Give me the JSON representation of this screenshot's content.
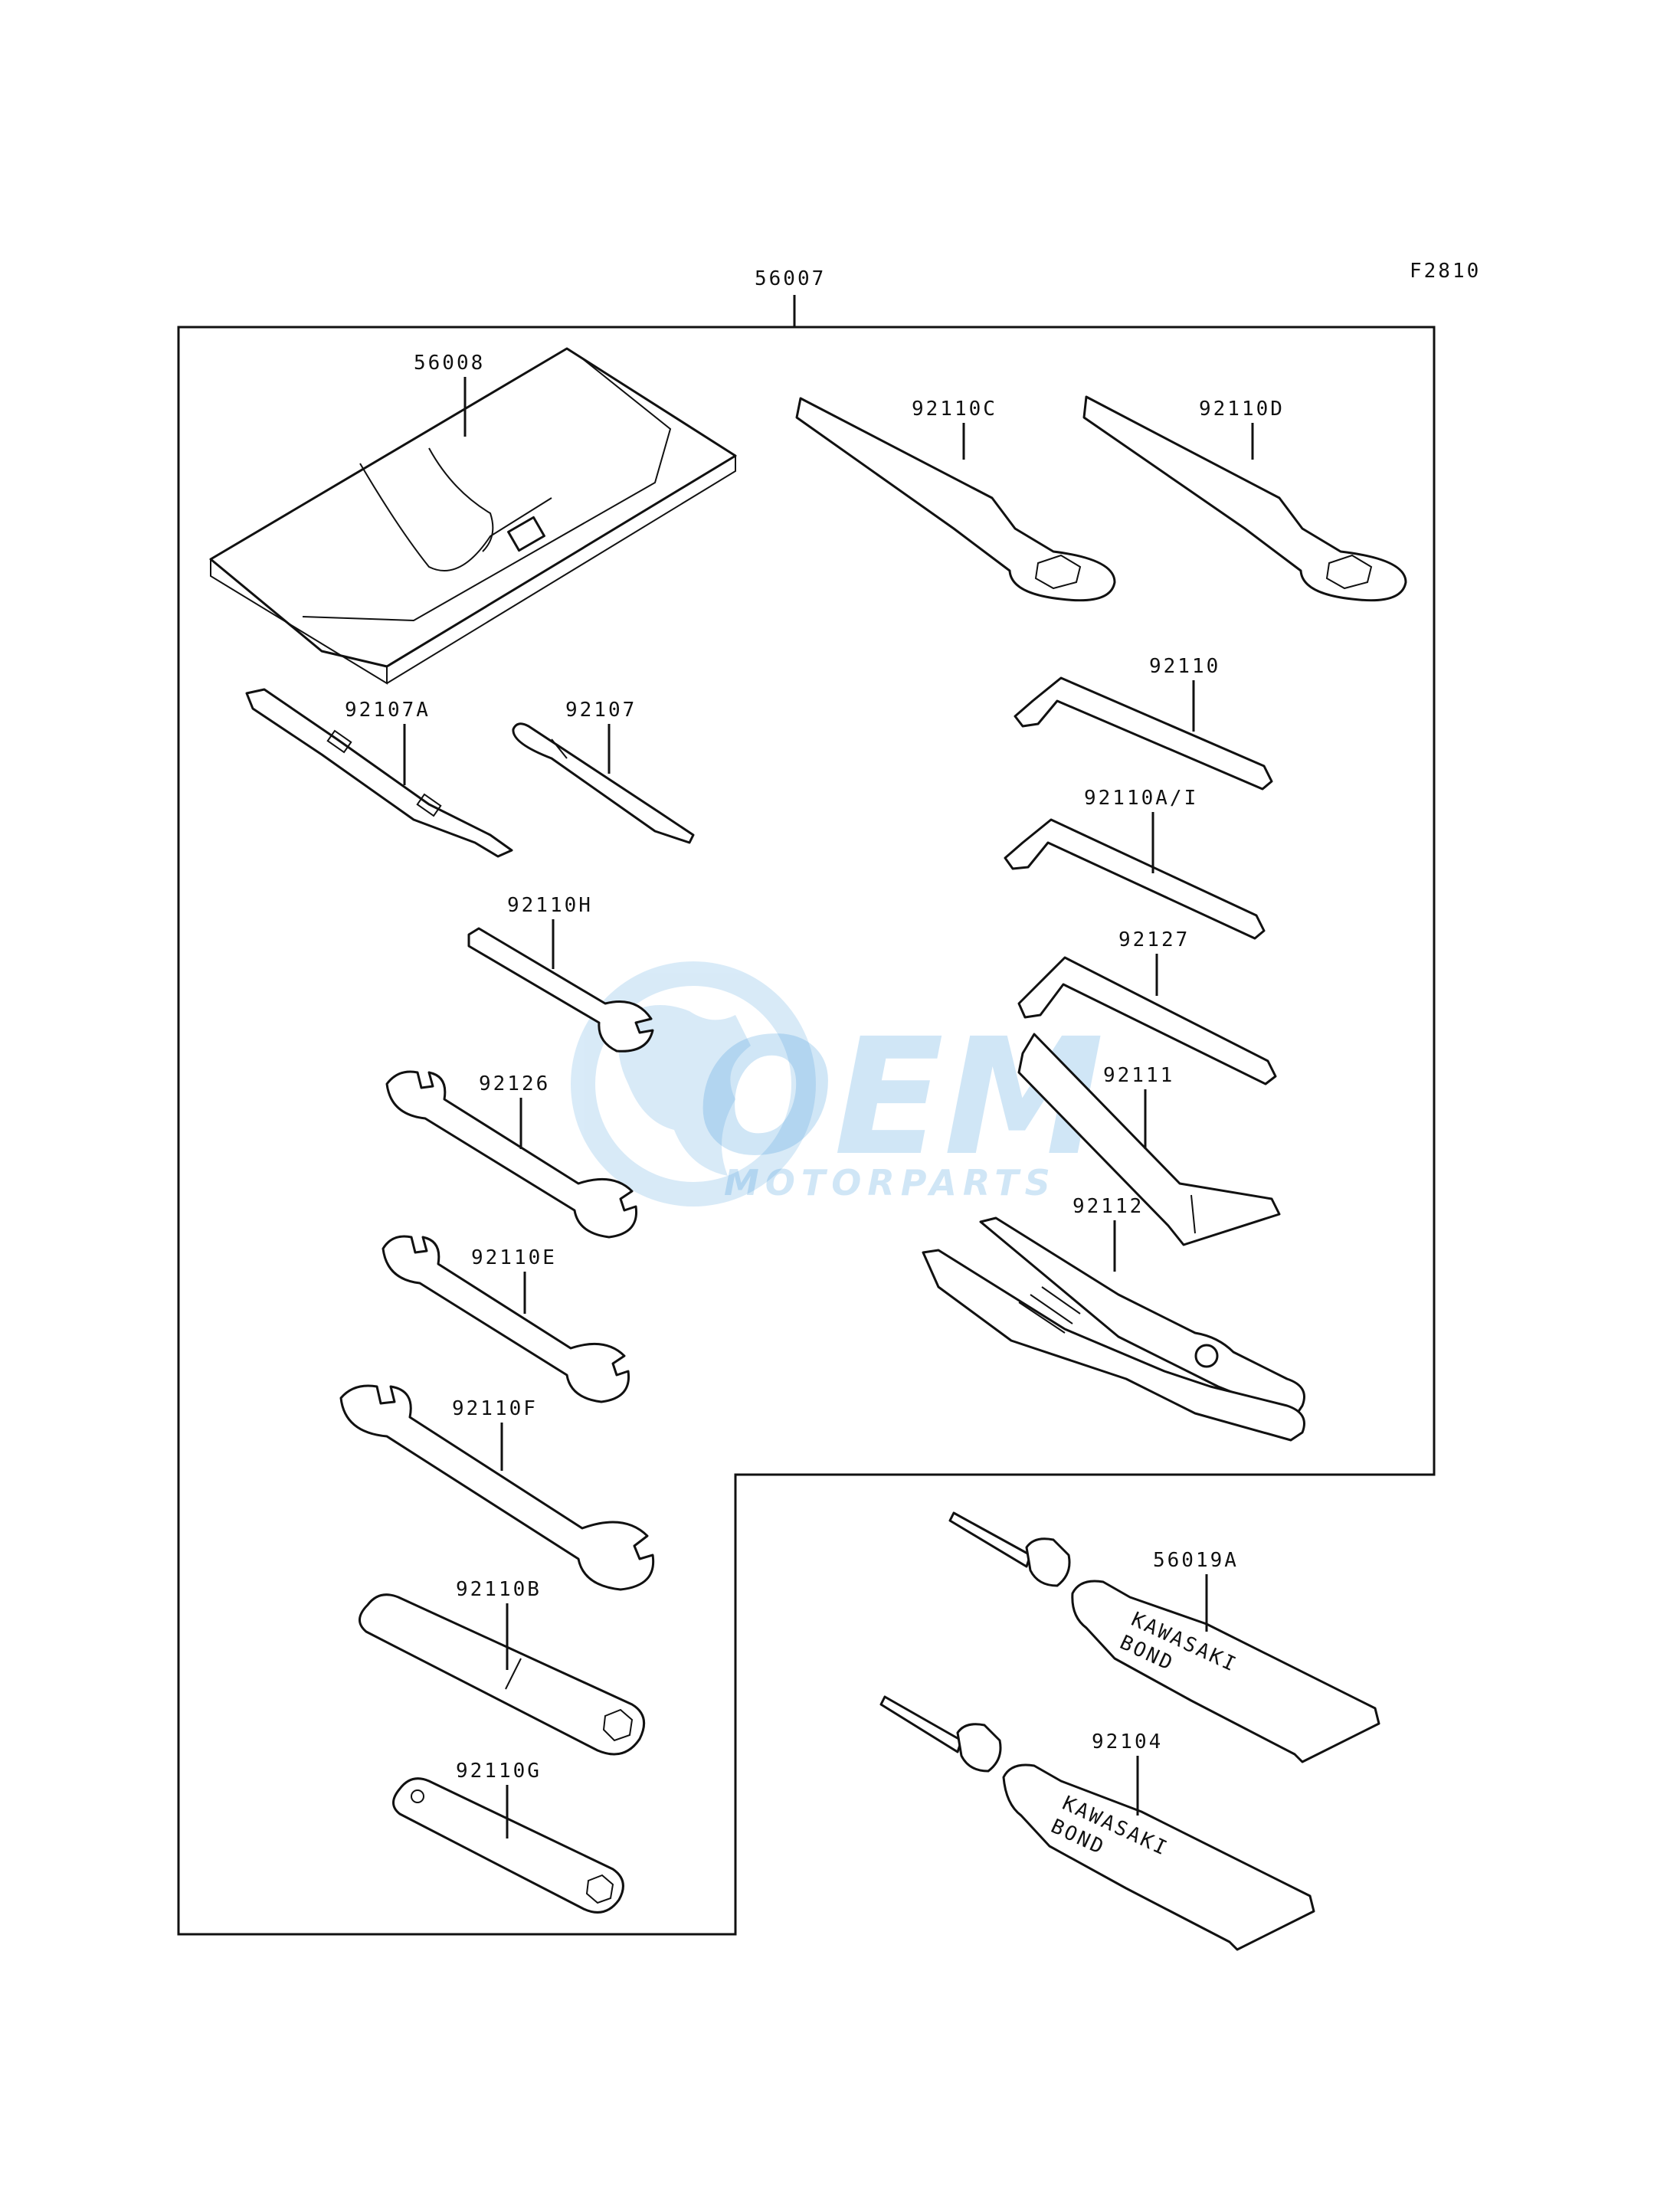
{
  "figure_code": "F2810",
  "watermark": {
    "brand": "OEM",
    "sub": "MOTORPARTS",
    "color": "#2f8fd8"
  },
  "assembly": {
    "part_no": "56007"
  },
  "parts": [
    {
      "key": "p56008",
      "part_no": "56008"
    },
    {
      "key": "p92110C",
      "part_no": "92110C"
    },
    {
      "key": "p92110D",
      "part_no": "92110D"
    },
    {
      "key": "p92107A",
      "part_no": "92107A"
    },
    {
      "key": "p92107",
      "part_no": "92107"
    },
    {
      "key": "p92110",
      "part_no": "92110"
    },
    {
      "key": "p92110AI",
      "part_no": "92110A/I"
    },
    {
      "key": "p92110H",
      "part_no": "92110H"
    },
    {
      "key": "p92127",
      "part_no": "92127"
    },
    {
      "key": "p92126",
      "part_no": "92126"
    },
    {
      "key": "p92111",
      "part_no": "92111"
    },
    {
      "key": "p92112",
      "part_no": "92112"
    },
    {
      "key": "p92110E",
      "part_no": "92110E"
    },
    {
      "key": "p92110F",
      "part_no": "92110F"
    },
    {
      "key": "p92110B",
      "part_no": "92110B"
    },
    {
      "key": "p92110G",
      "part_no": "92110G"
    },
    {
      "key": "p56019A",
      "part_no": "56019A"
    },
    {
      "key": "p92104",
      "part_no": "92104"
    }
  ],
  "tube_print": {
    "line1": "KAWASAKI",
    "line2": "BOND"
  }
}
